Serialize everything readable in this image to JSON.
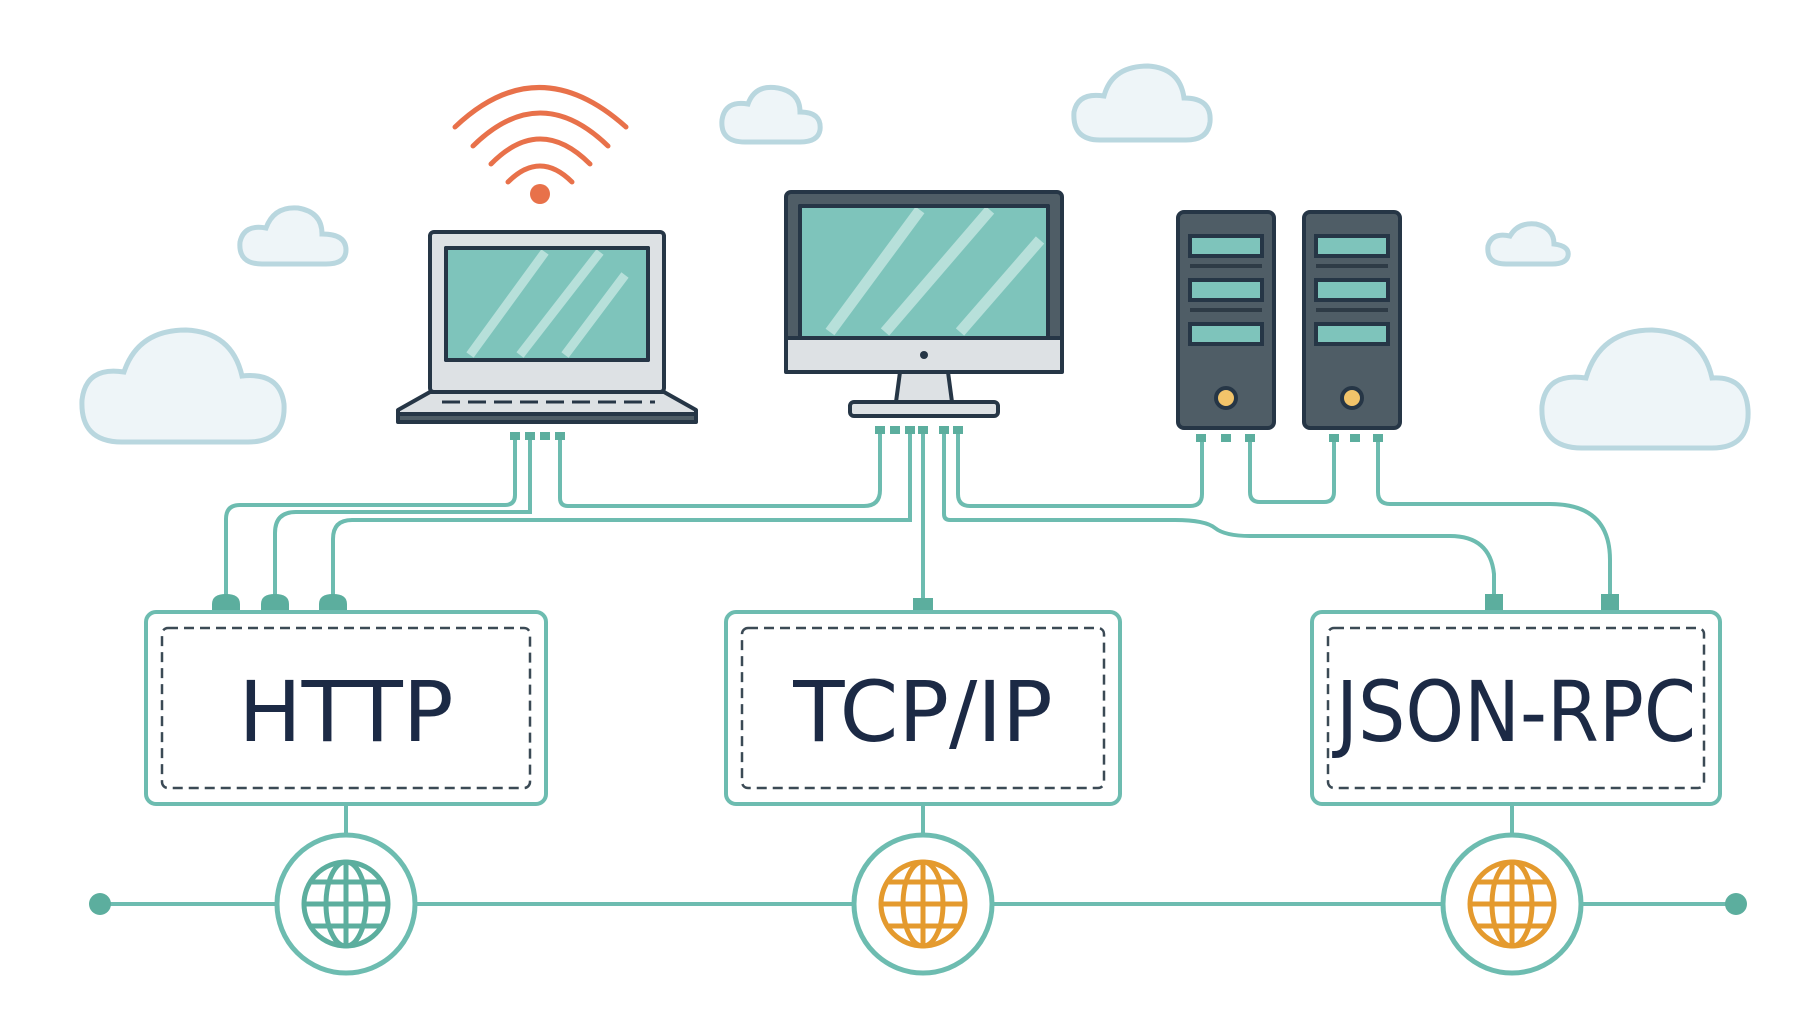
{
  "colors": {
    "wire": "#6dbcb0",
    "cloud_fill": "#eef5f8",
    "cloud_stroke": "#b9d7df",
    "screen": "#7ec4bb",
    "screen_dark": "#4f5d66",
    "device_body": "#dde1e4",
    "outline": "#263646",
    "wifi": "#e8714a",
    "globe_teal": "#5cae9e",
    "globe_orange": "#e49a2e",
    "server_led": "#f2c46a",
    "text": "#1c2a45"
  },
  "icons": {
    "wifi": "wifi-icon",
    "laptop": "laptop-icon",
    "monitor": "desktop-monitor-icon",
    "server": "server-tower-icon",
    "globe": "globe-icon",
    "cloud": "cloud-icon"
  },
  "protocols": [
    {
      "label": "HTTP",
      "globe_color": "teal"
    },
    {
      "label": "TCP/IP",
      "globe_color": "orange"
    },
    {
      "label": "JSON-RPC",
      "globe_color": "orange"
    }
  ]
}
